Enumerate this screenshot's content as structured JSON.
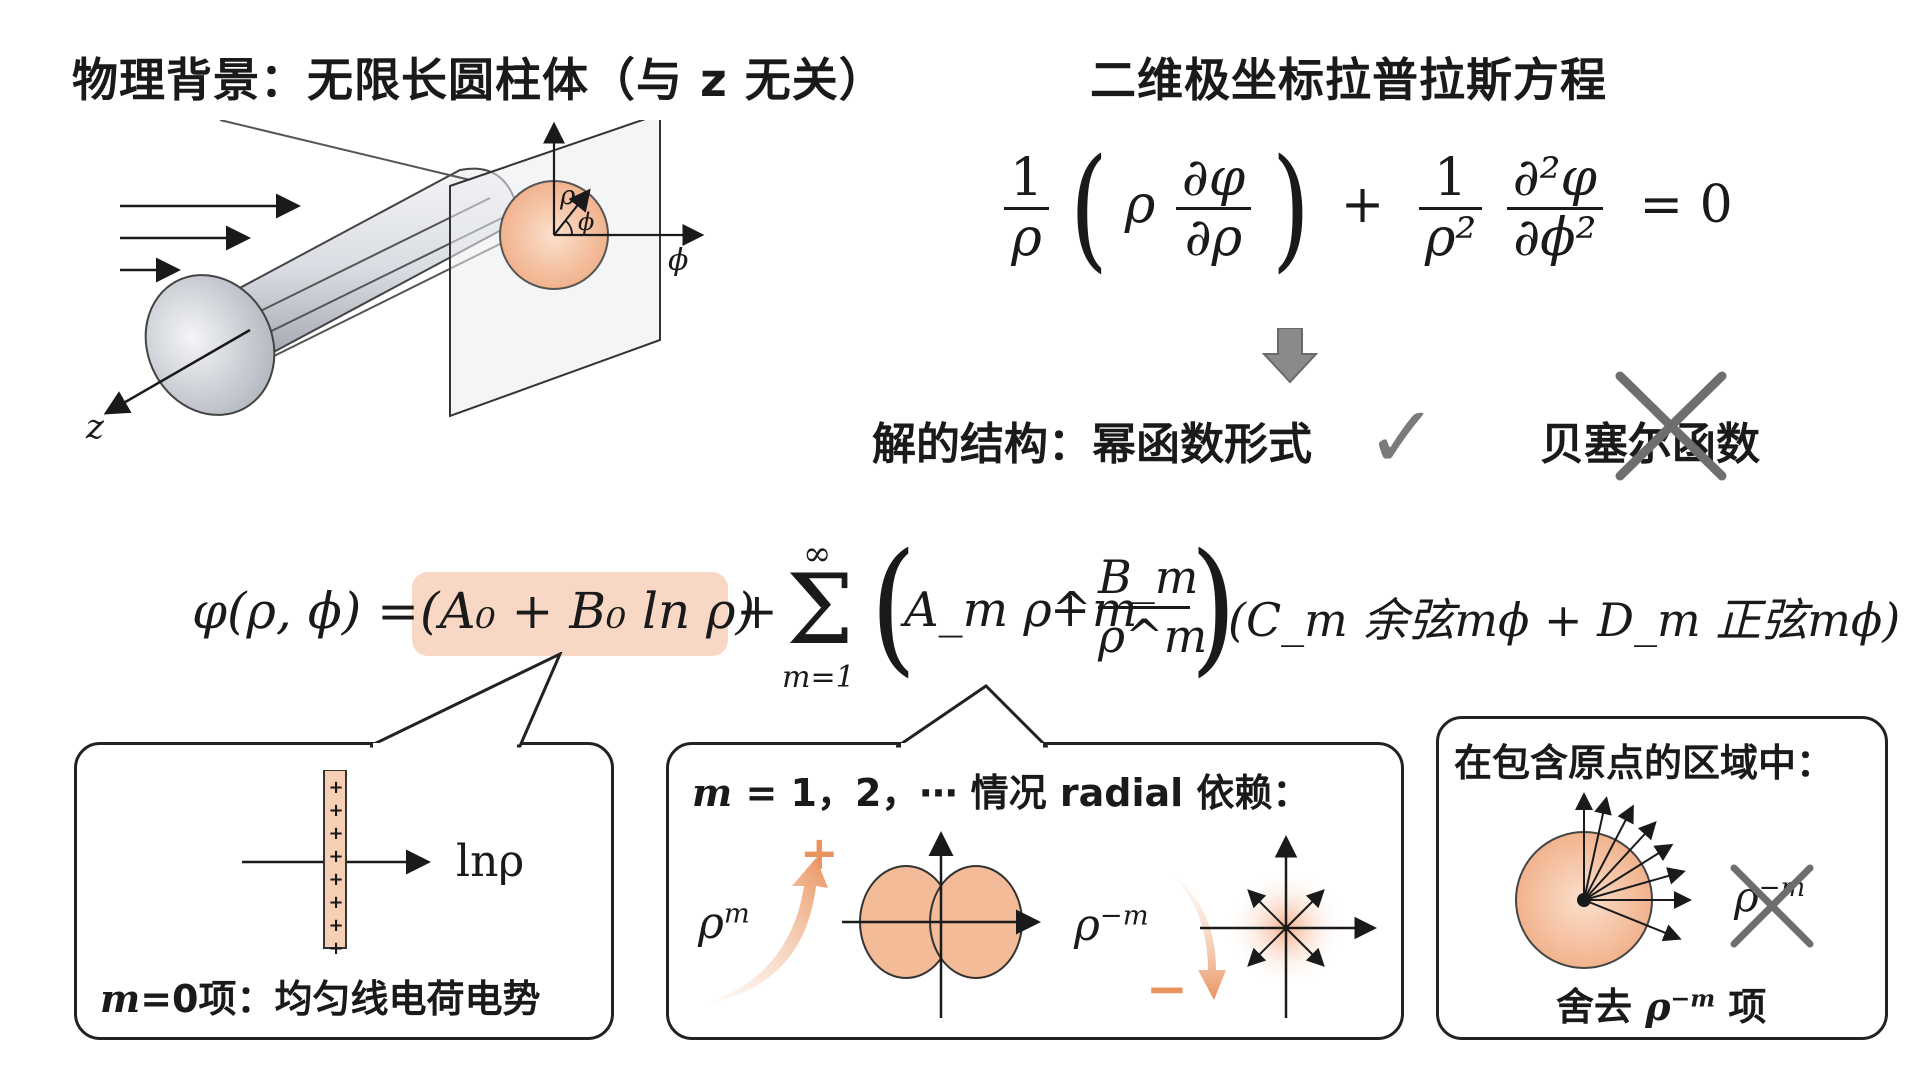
{
  "left_title": "物理背景：无限长圆柱体（与 z 无关）",
  "right_title": "二维极坐标拉普拉斯方程",
  "cylinder_labels": {
    "z_axis": "z",
    "rho": "ρ",
    "phi_small": "ϕ",
    "phi_axis": "ϕ"
  },
  "equation": {
    "one": "1",
    "rho": "ρ",
    "dphi": "∂φ",
    "drho": "∂ρ",
    "plus": "+",
    "rho2": "ρ²",
    "d2phi": "∂²φ",
    "dphi2": "∂ϕ²",
    "eq_zero": "= 0"
  },
  "solution_structure": {
    "label": "解的结构：幂函数形式",
    "check_mark": "✓",
    "rejected": "贝塞尔函数"
  },
  "general_solution": {
    "lhs": "φ(ρ, ϕ) =",
    "m0_term": "(A₀ + B₀ ln ρ)",
    "plus": "+",
    "sum_top": "∞",
    "sum_sign": "Σ",
    "sum_bottom": "m=1",
    "Am_rho_m": "A_m ρ^m",
    "Bm": "B_m",
    "rho_m": "ρ^m",
    "trig_part": "(C_m 余弦mϕ + D_m 正弦mϕ)"
  },
  "box_left": {
    "axis_label": "lnρ",
    "caption_m": "m",
    "caption_rest": "=0项：均匀线电荷电势",
    "charges": [
      "+",
      "+",
      "+",
      "+",
      "+",
      "+",
      "+",
      "+"
    ]
  },
  "box_middle": {
    "title_m": "m",
    "title_rest": " = 1，2，⋯ 情况 radial 依赖：",
    "rho_m_label": "ρ",
    "rho_m_exp": "m",
    "rho_neg_m_label": "ρ",
    "rho_neg_m_exp": "−m",
    "plus_sign": "+",
    "minus_sign": "−"
  },
  "box_right": {
    "title": "在包含原点的区域中：",
    "crossed_label": "ρ",
    "crossed_exp": "−m",
    "caption_pre": "舍去 ",
    "caption_rho": "ρ",
    "caption_exp": "−m",
    "caption_post": " 项"
  },
  "colors": {
    "accent_peach": "#f5c6a8",
    "accent_orange": "#e9935f",
    "ink": "#1a1a1a",
    "gray_x": "#666666"
  }
}
